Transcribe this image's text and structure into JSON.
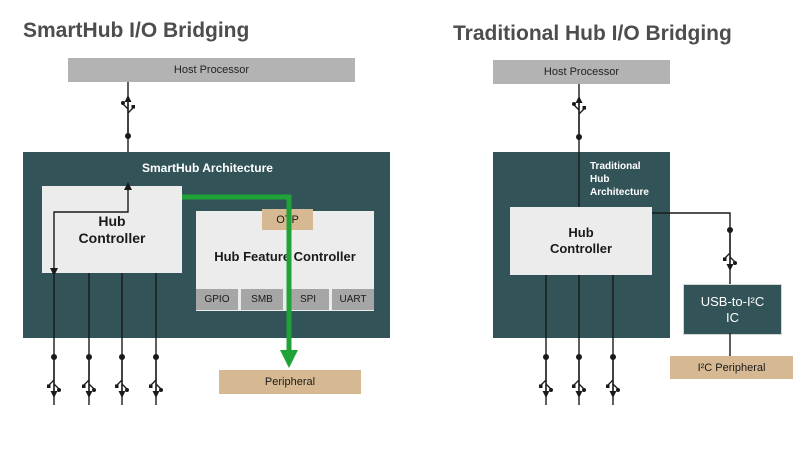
{
  "left": {
    "title": "SmartHub I/O Bridging",
    "host": "Host Processor",
    "arch_label": "SmartHub Architecture",
    "hub_controller": [
      "Hub",
      "Controller"
    ],
    "otp": "OTP",
    "feature_controller": "Hub Feature Controller",
    "ports": [
      "GPIO",
      "SMB",
      "SPI",
      "UART"
    ],
    "peripheral": "Peripheral"
  },
  "right": {
    "title": "Traditional Hub I/O Bridging",
    "host": "Host Processor",
    "arch_label": [
      "Traditional",
      "Hub",
      "Architecture"
    ],
    "hub_controller": [
      "Hub",
      "Controller"
    ],
    "bridge_ic": [
      "USB-to-I²C",
      "IC"
    ],
    "peripheral": "I²C Peripheral"
  },
  "colors": {
    "architecture": "#325358",
    "host": "#b3b3b3",
    "peripheral": "#d6b993",
    "highlight_path": "#1fa336"
  },
  "icons": [
    "usb-icon"
  ]
}
